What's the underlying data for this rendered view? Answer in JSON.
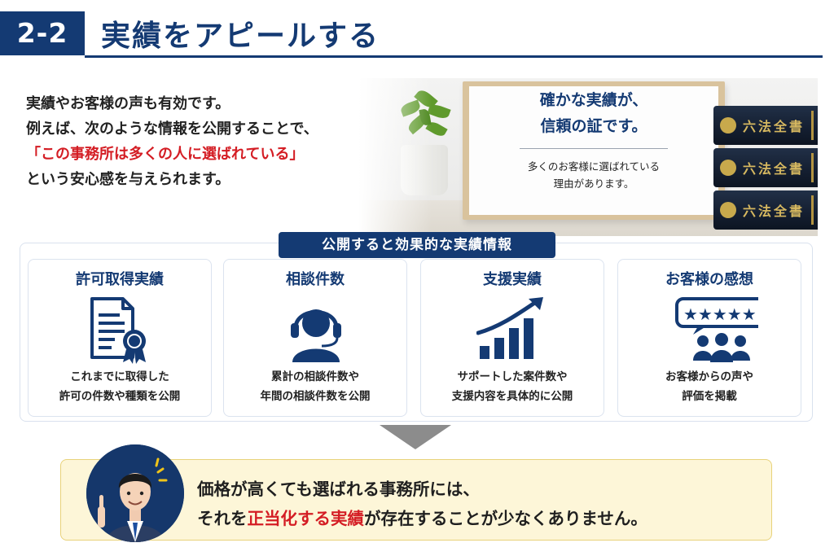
{
  "header": {
    "badge": "2-2",
    "title": "実績をアピールする"
  },
  "intro": {
    "line1": "実績やお客様の声も有効です。",
    "line2": "例えば、次のような情報を公開することで、",
    "line3": "「この事務所は多くの人に選ばれている」",
    "line4": "という安心感を与えられます。"
  },
  "hero": {
    "heading_line1": "確かな実績が、",
    "heading_line2": "信頼の証です。",
    "sub_line1": "多くのお客様に選ばれている",
    "sub_line2": "理由があります。",
    "book_spine": "六法全書"
  },
  "panel": {
    "label": "公開すると効果的な実績情報",
    "cards": [
      {
        "title": "許可取得実績",
        "desc1": "これまでに取得した",
        "desc2": "許可の件数や種類を公開",
        "icon": "certificate-icon"
      },
      {
        "title": "相談件数",
        "desc1": "累計の相談件数や",
        "desc2": "年間の相談件数を公開",
        "icon": "headset-icon"
      },
      {
        "title": "支援実績",
        "desc1": "サポートした案件数や",
        "desc2": "支援内容を具体的に公開",
        "icon": "growth-chart-icon"
      },
      {
        "title": "お客様の感想",
        "desc1": "お客様からの声や",
        "desc2": "評価を掲載",
        "icon": "review-stars-icon"
      }
    ]
  },
  "conclusion": {
    "line1": "価格が高くても選ばれる事務所には、",
    "line2_pre": "それを",
    "line2_highlight": "正当化する実績",
    "line2_post": "が存在することが少なくありません。"
  },
  "colors": {
    "navy": "#143a73",
    "accent_red": "#d41d24",
    "conclusion_bg": "#fdf6d8"
  }
}
